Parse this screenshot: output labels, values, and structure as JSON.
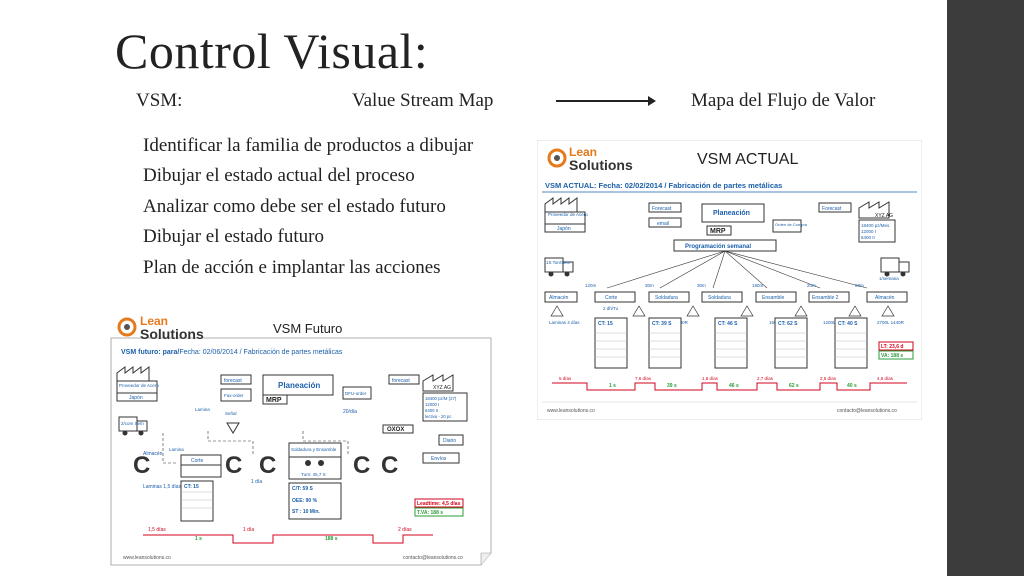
{
  "slide": {
    "title": "Control Visual:",
    "vsm_label": "VSM:",
    "vsm_english": "Value Stream Map",
    "vsm_spanish": "Mapa del Flujo de Valor",
    "bullets": [
      "Identificar la familia de productos a dibujar",
      "Dibujar el estado actual del proceso",
      "Analizar como debe ser el estado futuro",
      "Dibujar el estado futuro",
      "Plan de acción e implantar las acciones"
    ]
  },
  "actual": {
    "logo_top": "Lean",
    "logo_bottom": "Solutions",
    "heading": "VSM ACTUAL",
    "subtitle_bold": "VSM ACTUAL:",
    "subtitle_rest": "Fecha: 02/02/2014 / Fabricación de partes metálicas",
    "supplier": "Proveedor de Acero",
    "supplier_city": "Japón",
    "forecast_left": "Forecast",
    "email": "email",
    "planning": "Planeación",
    "mrp": "MRP",
    "purchase_order": "Orden de Compra",
    "forecast_right": "Forecast",
    "customer": "XYZ AG",
    "customer_data": [
      "18400 pz/Mes.",
      "12000 I",
      "6400 II"
    ],
    "weekly_schedule": "Programación semanal",
    "truck_left": "1S Ton/Sem",
    "truck_right": "1/semana",
    "processes": [
      "Almacén",
      "Corte",
      "Soldadura",
      "Soldadura",
      "Ensamble",
      "Ensamble 2",
      "Almacén"
    ],
    "distances": [
      "120m",
      "30m",
      "30m",
      "180m",
      "20m",
      "60m"
    ],
    "inventories": [
      "Laminas 4 días",
      "2 dh/Tu",
      "4600L 2400R",
      "1100L 600R",
      "1600L 850R",
      "1200L 640R",
      "2700L 1440R"
    ],
    "ct_labels": [
      "CT: 15",
      "CT: 39 S",
      "CT: 46 S",
      "CT: 62 S",
      "CT: 40 S"
    ],
    "lead_time": "LT: 23,6 d",
    "value_add": "VA: 188 s",
    "timeline_days": [
      "5 días",
      "7,6 días",
      "1,8 días",
      "2,7 días",
      "2,5 días",
      "4,6 días"
    ],
    "timeline_secs": [
      "1 s",
      "39 s",
      "46 s",
      "62 s",
      "40 s"
    ],
    "footer_left": "www.leansolutions.co",
    "footer_right": "contacto@leansolutions.co"
  },
  "futuro": {
    "logo_top": "Lean",
    "logo_bottom": "Solutions",
    "heading": "VSM Futuro",
    "subtitle_bold": "VSM futuro: para/",
    "subtitle_rest": "Fecha: 02/06/2014 / Fabricación de partes metálicas",
    "supplier": "Proveedor de Acero",
    "supplier_city": "Japón",
    "forecast_left": "forecast",
    "fax_order": "Fax-order",
    "planning": "Planeación",
    "mrp": "MRP",
    "dfu_order": "DFU-order",
    "forecast_right": "forecast",
    "customer": "XYZ AG",
    "customer_data": [
      "18400 pz/M (27)",
      "12000 I",
      "6400 II",
      "lectiva - 20 pc"
    ],
    "daily": "20/día",
    "oxox": "OXOX",
    "diario": "Diario",
    "senal": "Señal",
    "lamina": "Lamina",
    "truck_left": "2/com Sem",
    "almacen": "Almacén",
    "lamina2": "Lamina",
    "corte": "Corte",
    "soldadura": "Soldadura y Ensamble",
    "embarque": "Envíos",
    "laminas": "Laminas 1,5 días",
    "one_day": "1 día",
    "ct_corte": "CT: 15",
    "ct_sold": "C/T: 59 S",
    "oee": "OEE: 90 %",
    "st": "ST : 10 Min.",
    "turn": "Turn: 45,7 S",
    "lead_time": "Leadtime: 4,5 días",
    "value_add": "T.VA: 188 s",
    "timeline_days": [
      "1,5 días",
      "1 día",
      "2 días"
    ],
    "timeline_secs": [
      "1 s",
      "188 s"
    ],
    "footer_left": "www.leansolutions.co",
    "footer_right": "contacto@leansolutions.co"
  }
}
